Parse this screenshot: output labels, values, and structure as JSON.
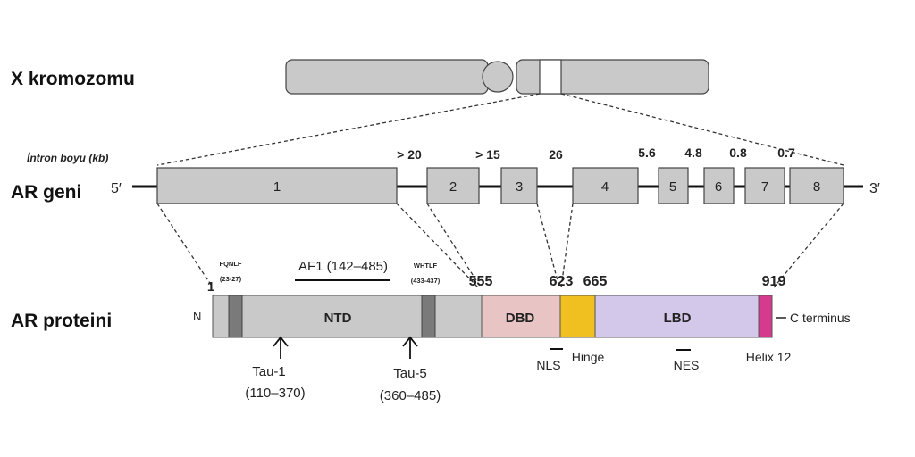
{
  "rows": {
    "chromosome": "X kromozomu",
    "gene": "AR geni",
    "protein": "AR proteini"
  },
  "gene": {
    "intron_caption": "İntron boyu (kb)",
    "five_prime": "5′",
    "three_prime": "3′",
    "exons": [
      "1",
      "2",
      "3",
      "4",
      "5",
      "6",
      "7",
      "8"
    ],
    "intron_sizes": [
      "> 20",
      "> 15",
      "26",
      "5.6",
      "4.8",
      "0.8",
      "0.7"
    ]
  },
  "protein": {
    "n_term": "N",
    "c_term": "C terminus",
    "domains": {
      "ntd": "NTD",
      "dbd": "DBD",
      "lbd": "LBD"
    },
    "positions": {
      "start": "1",
      "p555": "555",
      "p623": "623",
      "p665": "665",
      "p919": "919"
    },
    "motifs": {
      "fqnlf_name": "FQNLF",
      "fqnlf_range": "(23-27)",
      "wxxlf_name": "WHTLF",
      "wxxlf_range": "(433-437)"
    },
    "af1": "AF1 (142–485)",
    "tau1_name": "Tau-1",
    "tau1_range": "(110–370)",
    "tau5_name": "Tau-5",
    "tau5_range": "(360–485)",
    "nls": "NLS",
    "hinge": "Hinge",
    "nes": "NES",
    "helix12": "Helix 12"
  },
  "colors": {
    "gray": "#c9c9c9",
    "motif": "#7a7a7a",
    "dbd": "#e8c4c4",
    "hinge": "#f0c020",
    "lbd": "#d4c8ea",
    "helix": "#d63a8e"
  }
}
